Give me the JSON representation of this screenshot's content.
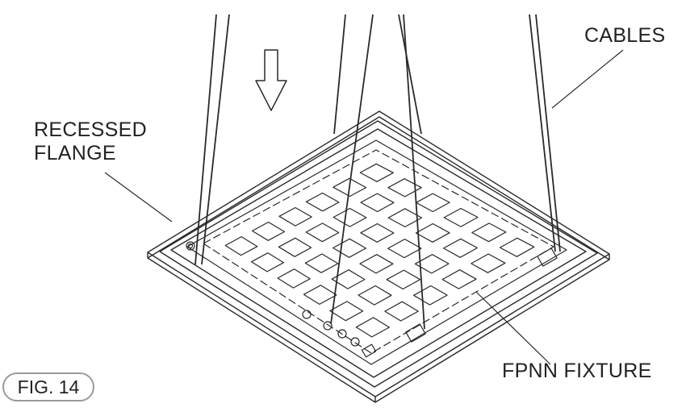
{
  "labels": {
    "cables": "CABLES",
    "recessed_line1": "RECESSED",
    "recessed_line2": "FLANGE",
    "fixture": "FPNN FIXTURE"
  },
  "figure": {
    "number": "FIG. 14"
  },
  "colors": {
    "line": "#2a2a2a",
    "background": "#ffffff",
    "badge_border": "#9a9a9a"
  }
}
